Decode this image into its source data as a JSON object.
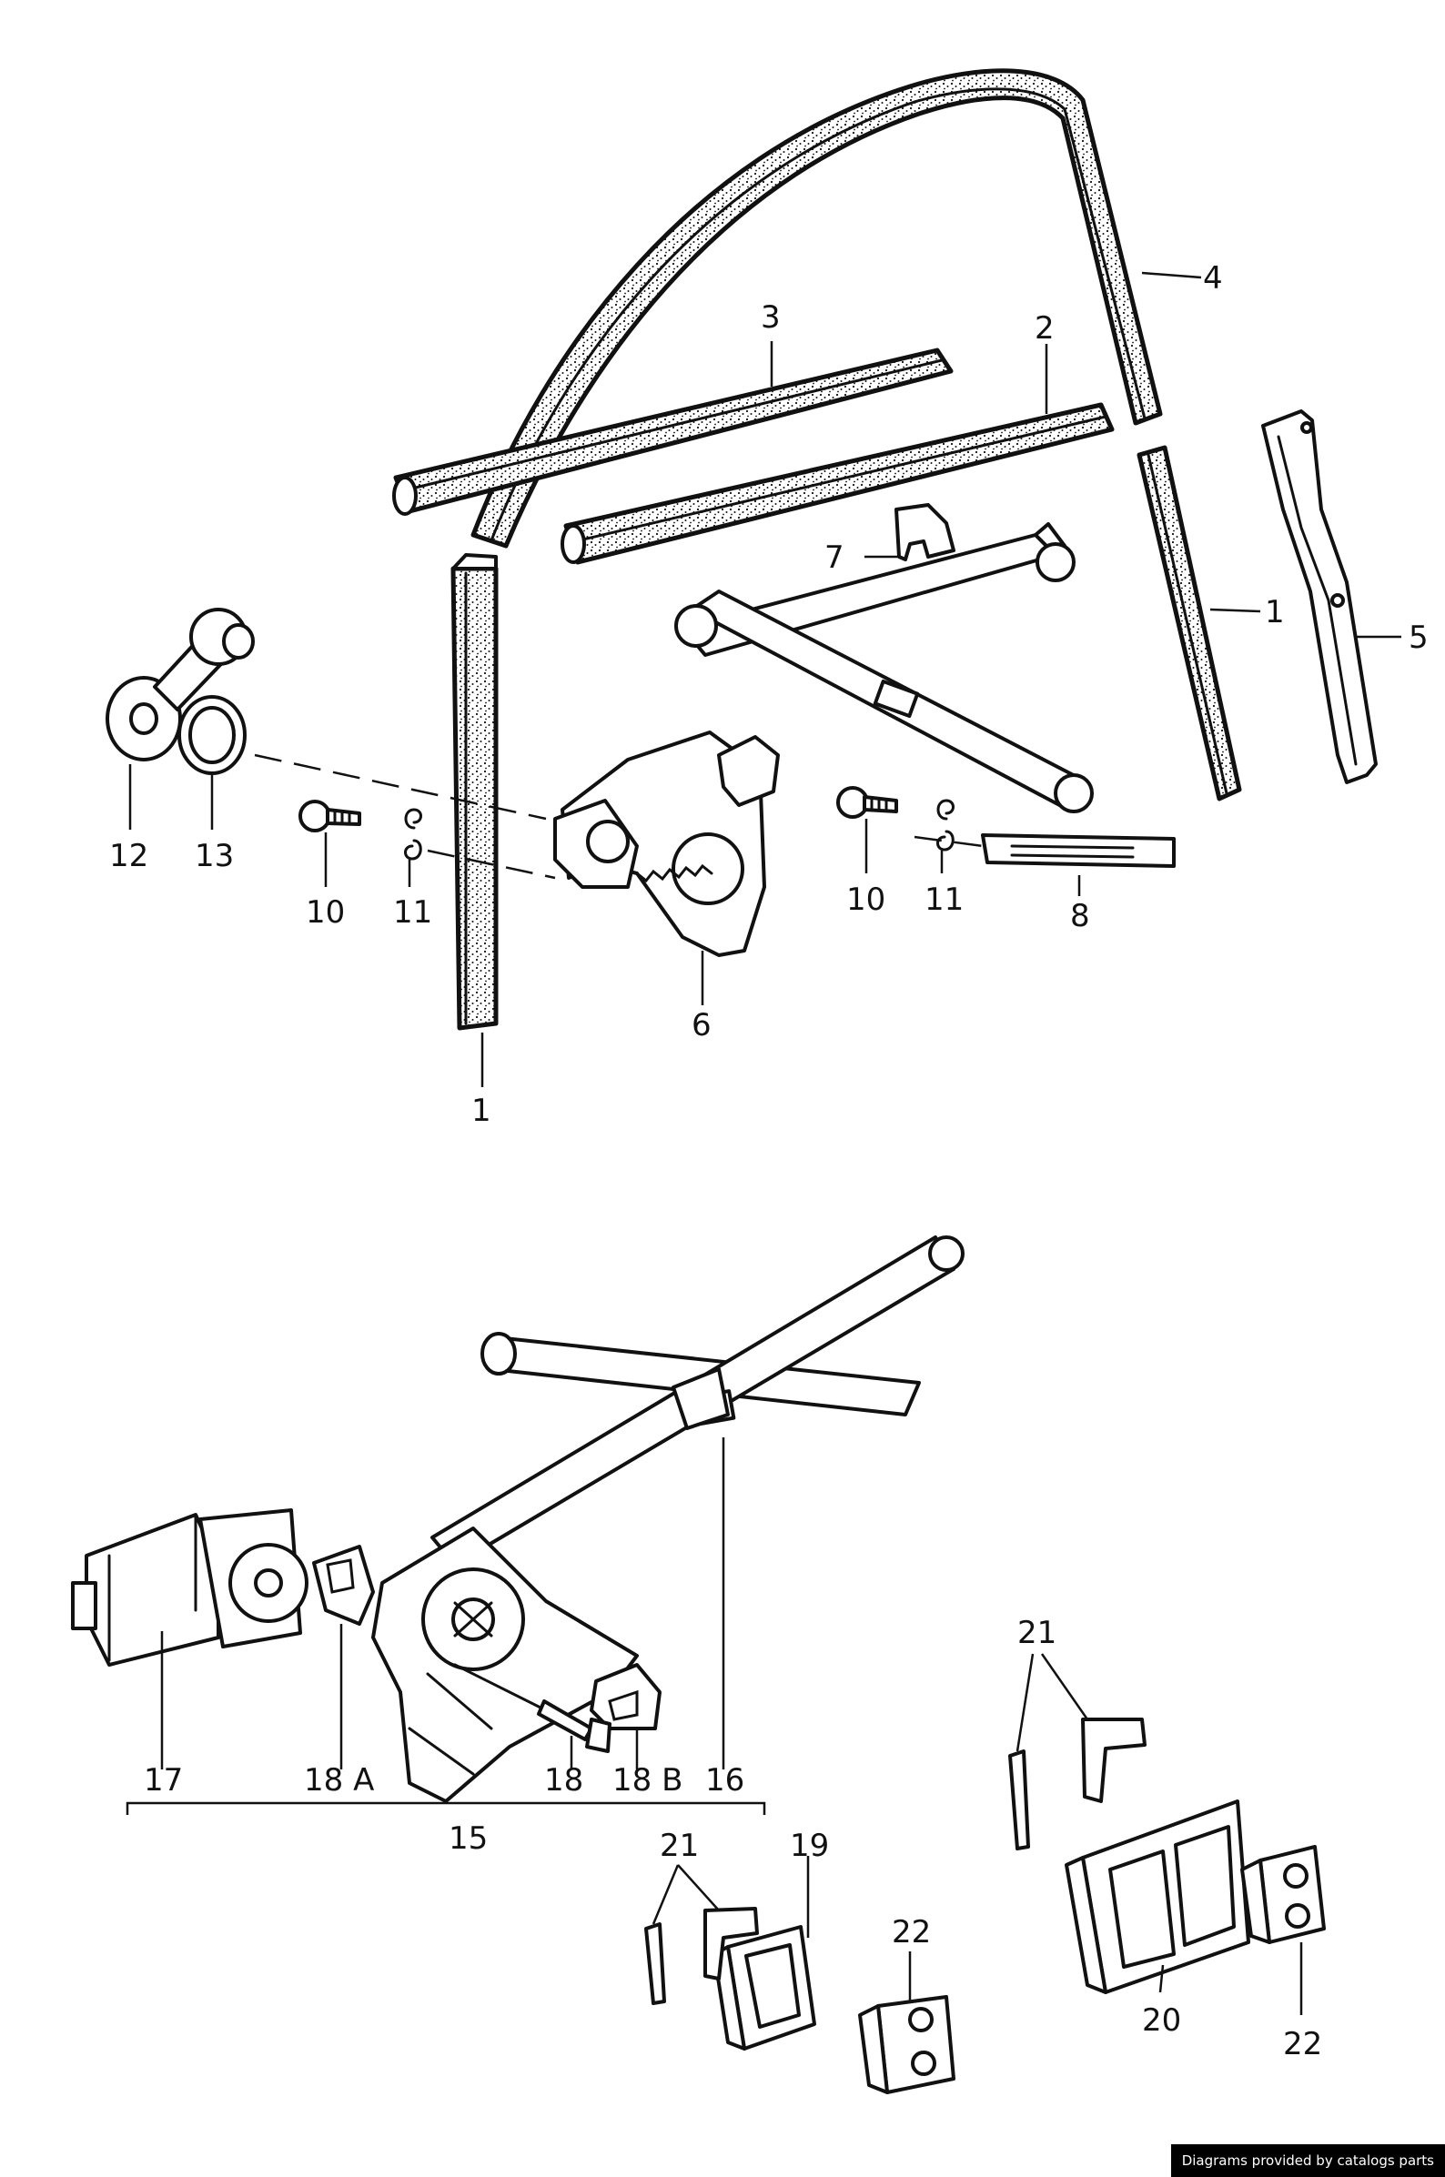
{
  "callouts": {
    "c1a": "1",
    "c1b": "1",
    "c2": "2",
    "c3": "3",
    "c4": "4",
    "c5": "5",
    "c6": "6",
    "c7": "7",
    "c8": "8",
    "c10a": "10",
    "c10b": "10",
    "c11a": "11",
    "c11b": "11",
    "c12": "12",
    "c13": "13",
    "c15": "15",
    "c16": "16",
    "c17": "17",
    "c18a": "18 A",
    "c18": "18",
    "c18b": "18 B",
    "c19": "19",
    "c20": "20",
    "c21a": "21",
    "c21b": "21",
    "c22a": "22",
    "c22b": "22"
  },
  "footer": {
    "credit": "Diagrams provided by catalogs parts"
  },
  "colors": {
    "line": "#111111",
    "background": "#ffffff",
    "credit_bg": "#000000"
  }
}
